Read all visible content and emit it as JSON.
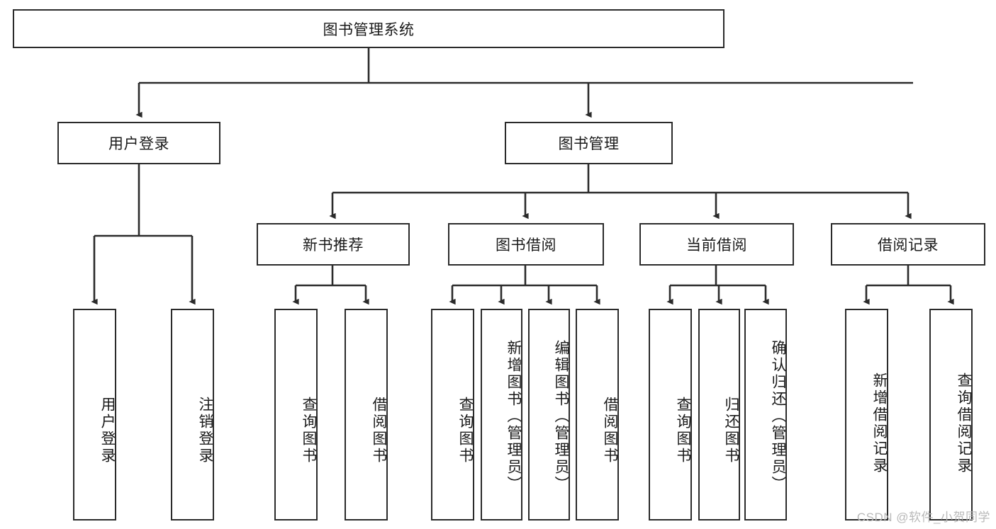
{
  "diagram": {
    "title": "图书管理系统",
    "type": "tree-hierarchy-chart",
    "watermark": "CSDN @软件_小贺同学",
    "colors": {
      "background": "#ffffff",
      "node_fill": "#ffffff",
      "node_stroke": "#2b2b2b",
      "edge_stroke": "#2b2b2b",
      "text": "#1a1a1a",
      "watermark": "#b9b9b9"
    },
    "root": {
      "label": "图书管理系统"
    },
    "level2": [
      {
        "label": "用户登录"
      },
      {
        "label": "图书管理"
      }
    ],
    "level3": [
      {
        "label": "新书推荐"
      },
      {
        "label": "图书借阅"
      },
      {
        "label": "当前借阅"
      },
      {
        "label": "借阅记录"
      }
    ],
    "leaves": {
      "user_login": [
        {
          "label": "用户登录"
        },
        {
          "label": "注销登录"
        }
      ],
      "new_book_recommend": [
        {
          "label": "查询图书"
        },
        {
          "label": "借阅图书"
        }
      ],
      "book_borrow": [
        {
          "label": "查询图书"
        },
        {
          "label": "新增图书（管理员）"
        },
        {
          "label": "编辑图书（管理员）"
        },
        {
          "label": "借阅图书"
        }
      ],
      "current_borrow": [
        {
          "label": "查询图书"
        },
        {
          "label": "归还图书"
        },
        {
          "label": "确认归还（管理员）"
        }
      ],
      "borrow_record": [
        {
          "label": "新增借阅记录"
        },
        {
          "label": "查询借阅记录"
        }
      ]
    }
  }
}
